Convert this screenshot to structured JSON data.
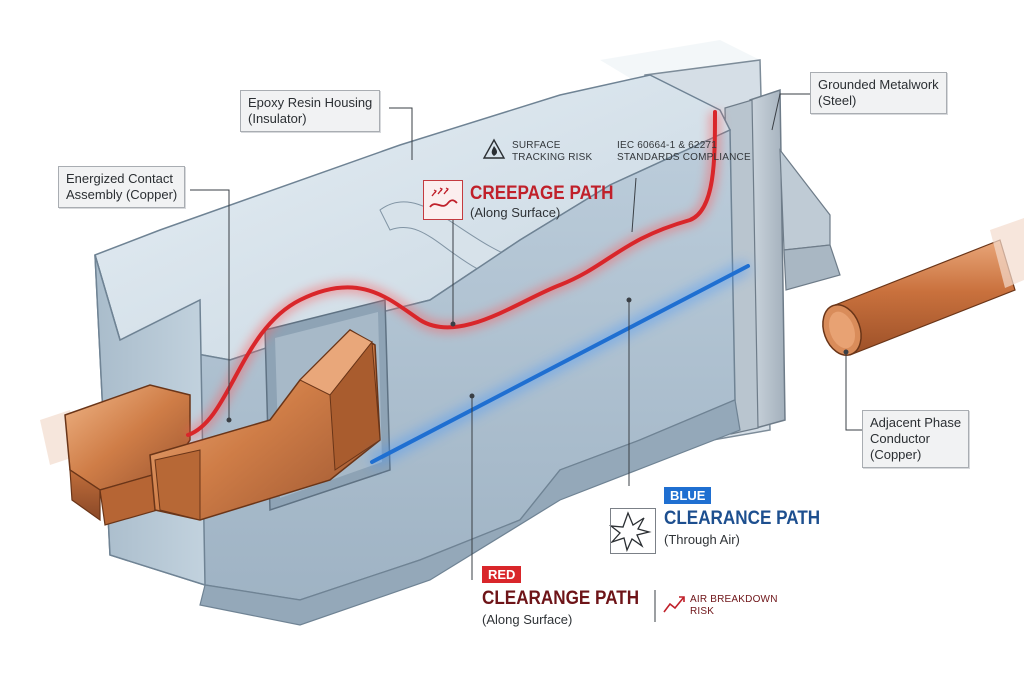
{
  "labels": {
    "epoxy_housing": [
      "Epoxy Resin Housing",
      "(Insulator)"
    ],
    "energized_contact": [
      "Energized Contact",
      "Assembly (Copper)"
    ],
    "grounded_metalwork": [
      "Grounded Metalwork",
      "(Steel)"
    ],
    "adjacent_phase": [
      "Adjacent Phase",
      "Conductor",
      "(Copper)"
    ]
  },
  "notes": {
    "surface_tracking": [
      "SURFACE",
      "TRACKING RISK"
    ],
    "standards": [
      "IEC 60664-1 & 62271",
      "STANDARDS COMPLIANCE"
    ],
    "air_breakdown": [
      "AIR BREAKDOWN",
      "RISK"
    ]
  },
  "creepage": {
    "title": "CREEPAGE PATH",
    "subtitle": "(Along Surface)"
  },
  "clearance_blue": {
    "tag": "BLUE",
    "title": "CLEARANCE PATH",
    "subtitle": "(Through Air)"
  },
  "clearance_red": {
    "tag": "RED",
    "title": "CLEARANGE PATH",
    "subtitle": "(Along Surface)"
  },
  "colors": {
    "creepage_red": "#d9262a",
    "clearance_blue": "#1f6fd1",
    "creepage_text": "#c0202a",
    "clearance_text": "#1d4f8f",
    "red_dark_text": "#6e1418",
    "copper": "#c97a45",
    "housing": "#c9d7e1"
  },
  "icons": [
    "warning-flame-icon",
    "creepage-wave-icon",
    "spark-burst-icon",
    "breakdown-arrow-icon"
  ]
}
